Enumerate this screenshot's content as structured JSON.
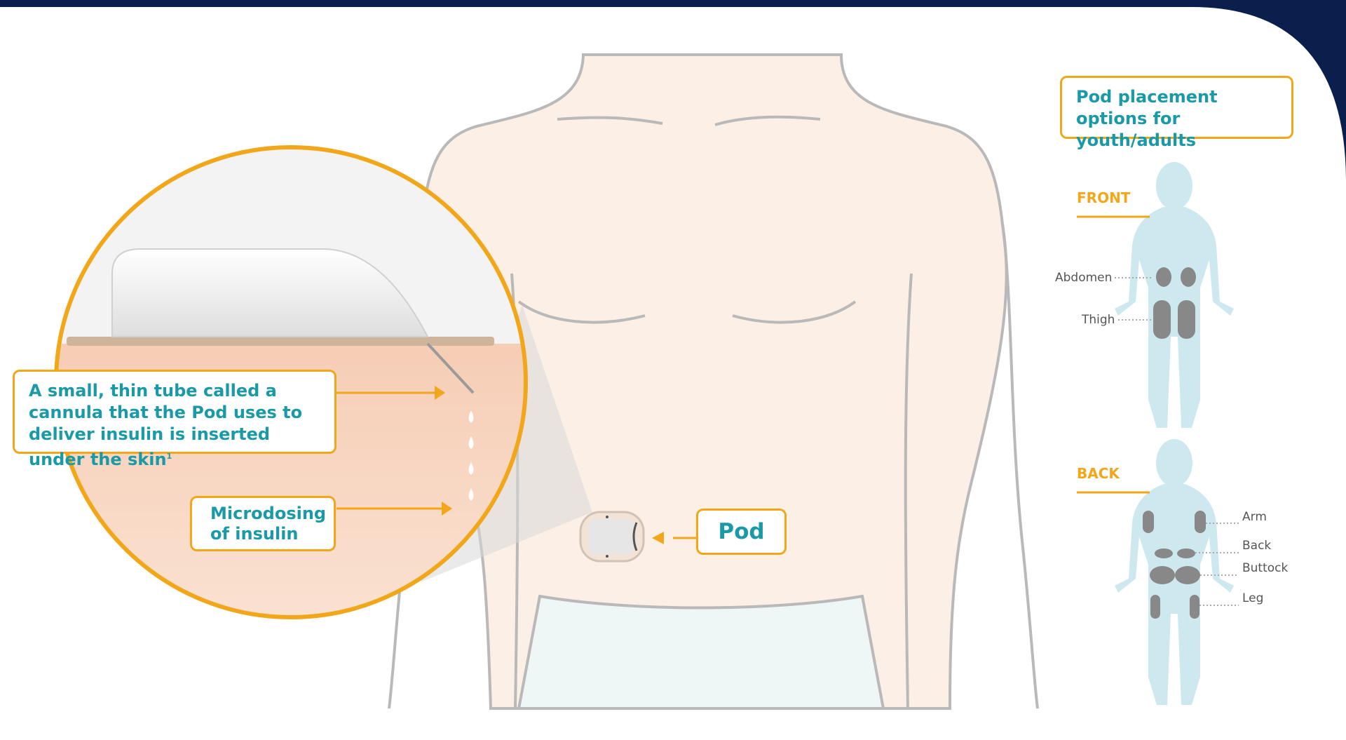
{
  "callouts": {
    "cannula_text": "A small, thin tube called a cannula that the Pod uses to deliver insulin is inserted under the skin",
    "cannula_footnote": "1",
    "microdosing_text": "Microdosing of insulin",
    "pod_text": "Pod"
  },
  "placement": {
    "heading": "Pod placement options for youth/adults",
    "front": {
      "title": "FRONT",
      "sites": [
        "Abdomen",
        "Thigh"
      ]
    },
    "back": {
      "title": "BACK",
      "sites": [
        "Arm",
        "Back",
        "Buttock",
        "Leg"
      ]
    }
  },
  "colors": {
    "background": "#0b1f4d",
    "accent": "#f2a71b",
    "text_teal": "#1a9aa6",
    "skin": "#fcefe6",
    "figure": "#cde8ee",
    "site": "#888888"
  }
}
